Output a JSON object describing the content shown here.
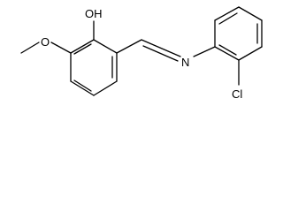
{
  "molecule": {
    "labels": {
      "hydroxyl": "OH",
      "methoxy_oxygen": "O",
      "imine_nitrogen": "N",
      "chlorine": "Cl"
    }
  }
}
